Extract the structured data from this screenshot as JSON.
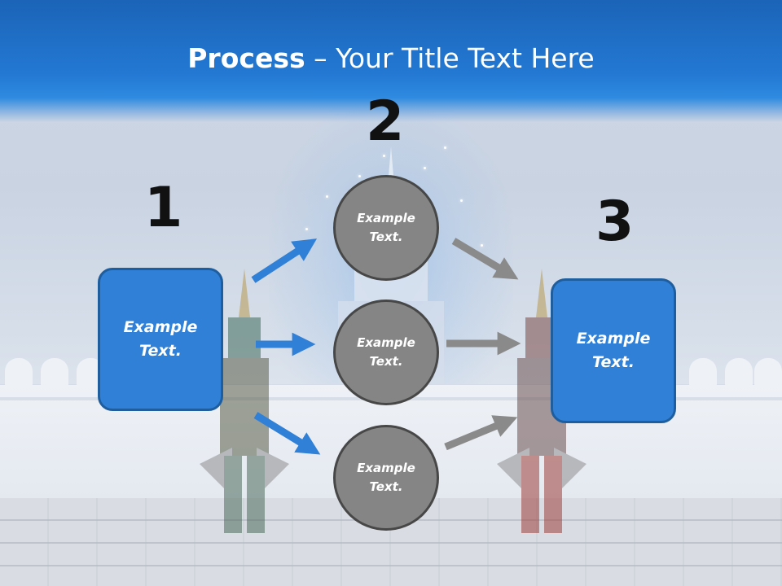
{
  "title": {
    "bold": "Process",
    "separator": " – ",
    "rest": "Your Title Text Here"
  },
  "numbers": [
    "1",
    "2",
    "3"
  ],
  "left_box": {
    "text": "Example\nText."
  },
  "right_box": {
    "text": "Example\nText."
  },
  "circles": [
    {
      "text": "Example\nText."
    },
    {
      "text": "Example\nText."
    },
    {
      "text": "Example\nText."
    }
  ],
  "colors": {
    "title_bar": "#2378d2",
    "box_fill": "#2f80d6",
    "box_border": "#1f5e9e",
    "circle_fill": "#858585",
    "circle_border": "#474747",
    "arrow_blue": "#2f80d6",
    "arrow_gray": "#8a8a8a"
  }
}
